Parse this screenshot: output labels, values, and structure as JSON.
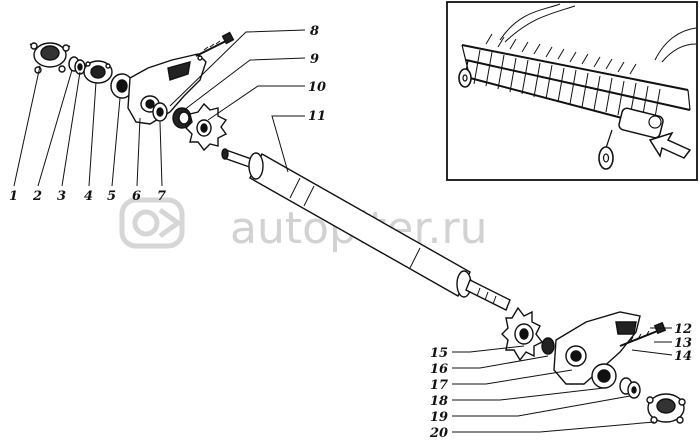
{
  "watermark": {
    "text": "autopiter.ru"
  },
  "callouts": [
    "1",
    "2",
    "3",
    "4",
    "5",
    "6",
    "7",
    "8",
    "9",
    "10",
    "11",
    "12",
    "13",
    "14",
    "15",
    "16",
    "17",
    "18",
    "19",
    "20"
  ],
  "colors": {
    "ink": "#111111",
    "watermark": "#d2d2d2",
    "paper": "#ffffff"
  }
}
